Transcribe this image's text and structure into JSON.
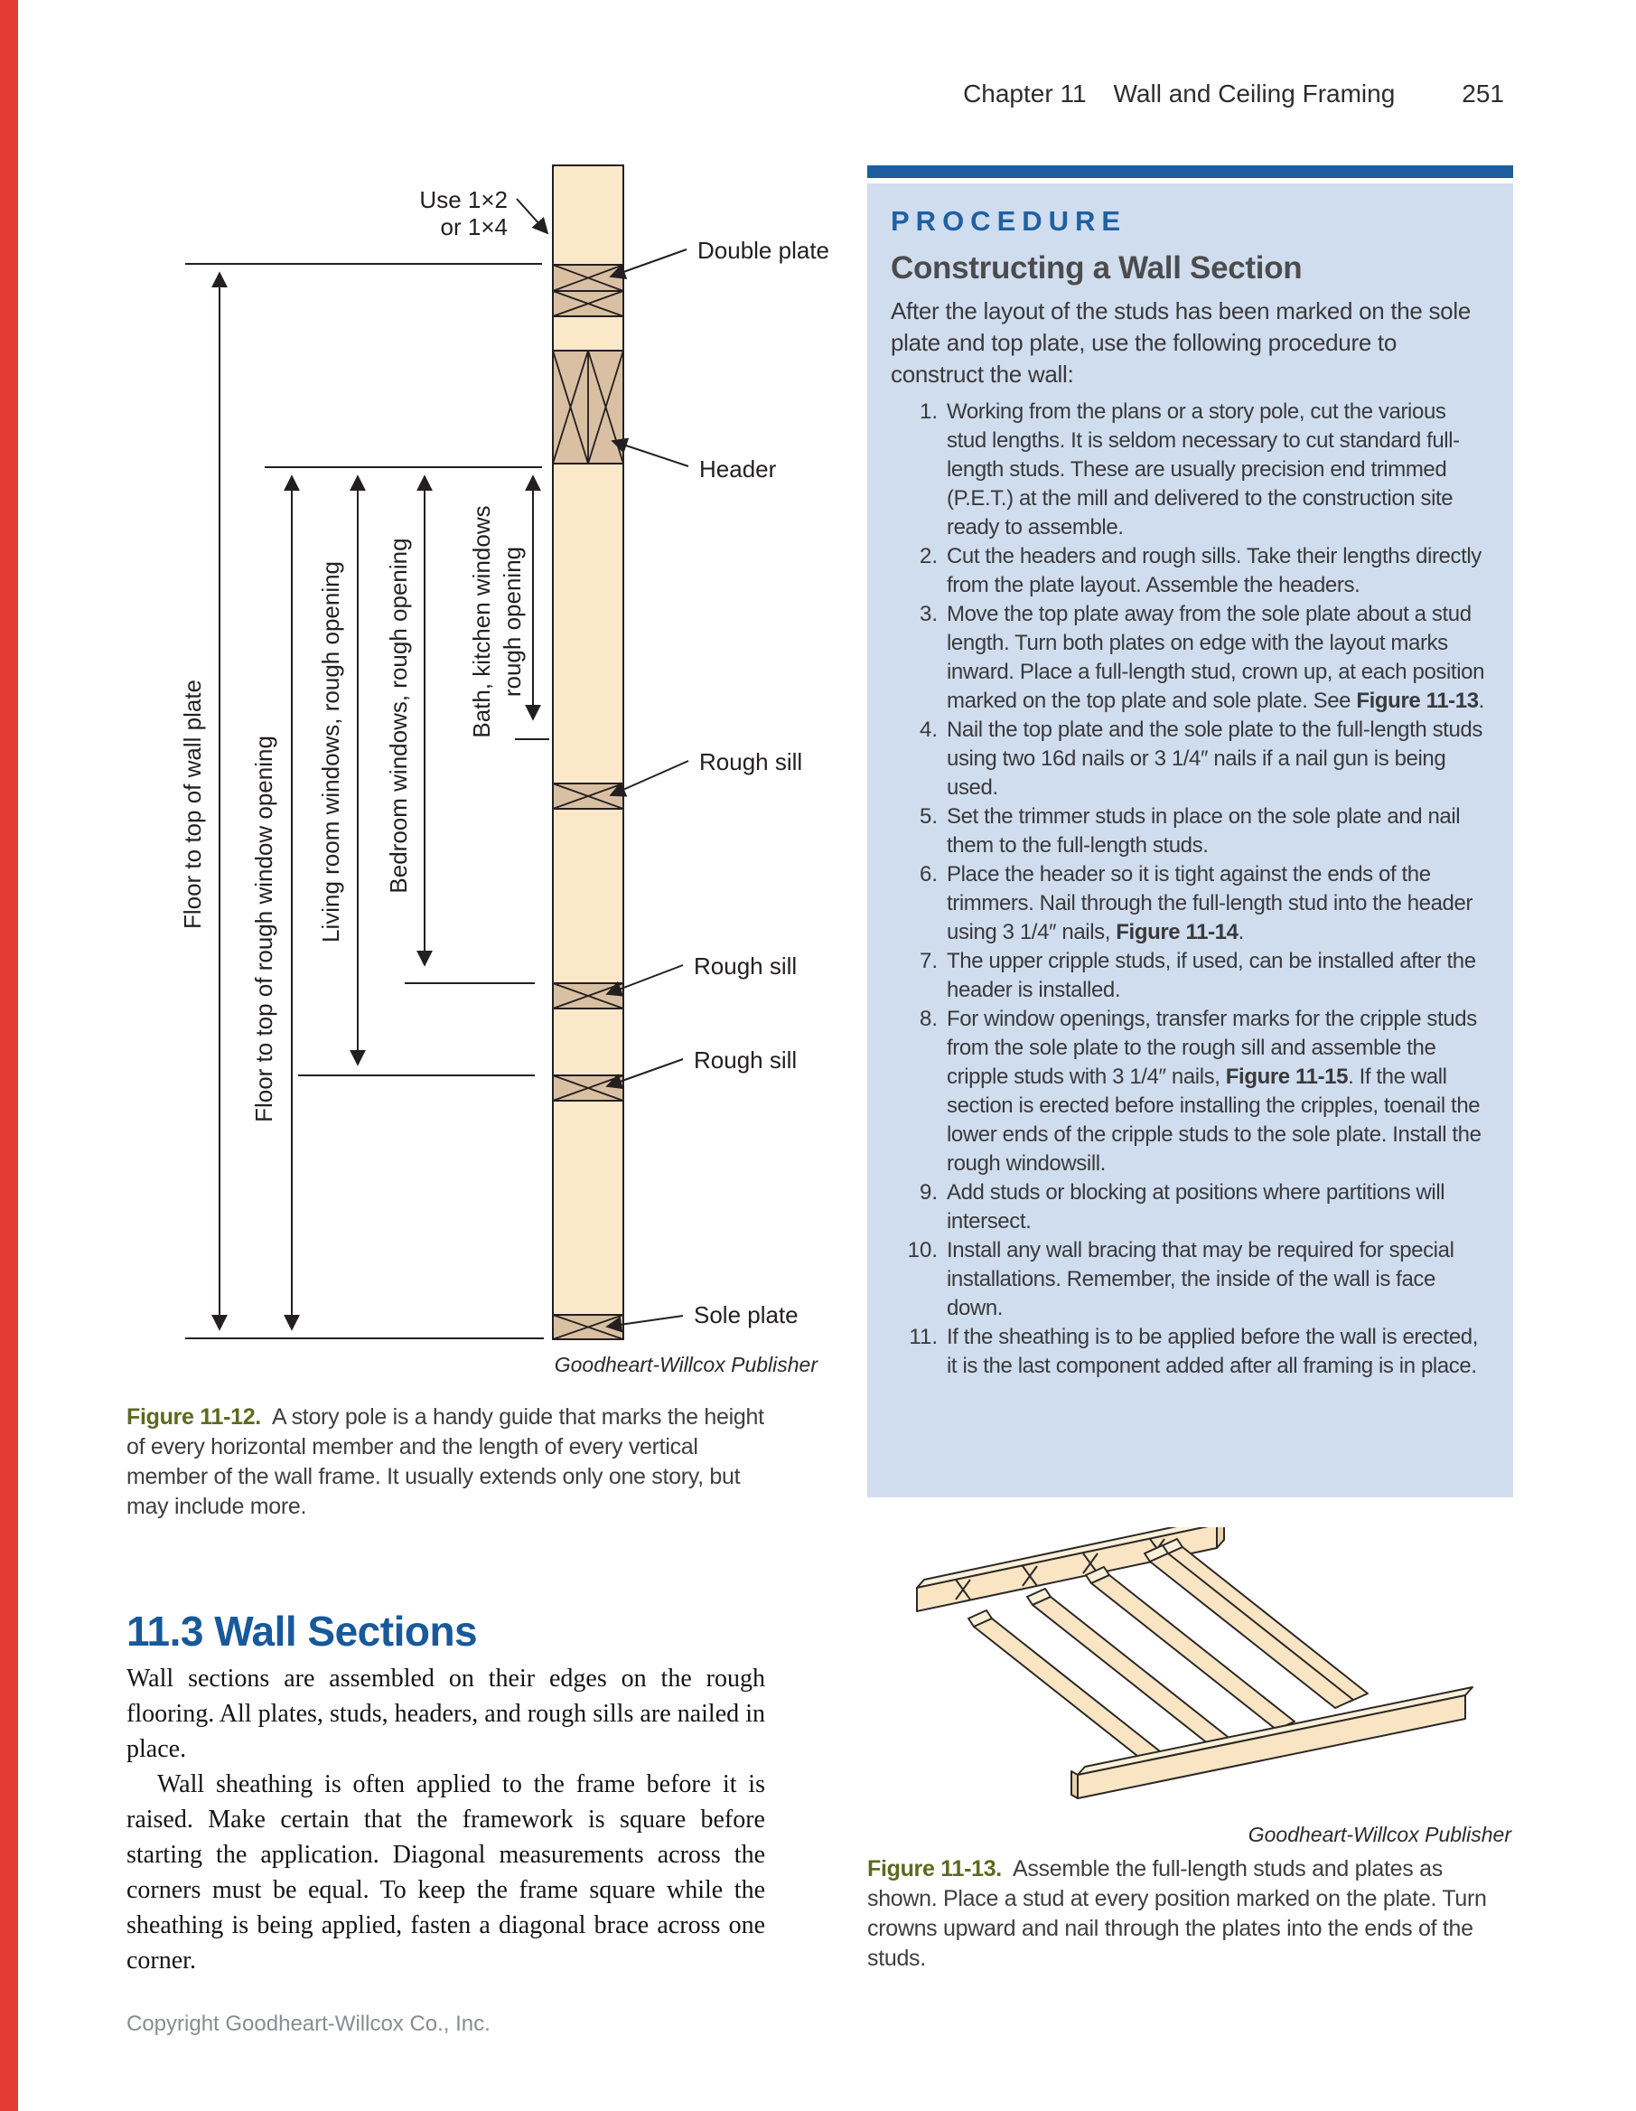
{
  "page": {
    "header_chapter": "Chapter 11",
    "header_title": "Wall and Ceiling Framing",
    "header_page": "251",
    "copyright": "Copyright Goodheart-Willcox Co., Inc."
  },
  "colors": {
    "edge_red": "#e23c35",
    "heading_blue": "#17599a",
    "procedure_bar_blue": "#1d5c9e",
    "procedure_box_blue": "#d0ddee",
    "figure_label_olive": "#5c6a1e",
    "wood_cream": "#fbe8c9",
    "wood_tan": "#d9c0a2"
  },
  "figure12": {
    "labels": {
      "use_line1": "Use 1×2",
      "use_line2": "or 1×4",
      "double_plate": "Double plate",
      "header": "Header",
      "rough_sill": "Rough sill",
      "sole_plate": "Sole plate"
    },
    "dimensions": {
      "wall_plate": "Floor to top of wall plate",
      "rough_window": "Floor to top of rough window opening",
      "living_room": "Living room windows, rough opening",
      "bedroom": "Bedroom windows, rough opening",
      "bath_line1": "Bath, kitchen windows",
      "bath_line2": "rough opening"
    },
    "credit": "Goodheart-Willcox Publisher",
    "caption_label": "Figure 11-12.",
    "caption_text": "A story pole is a handy guide that marks the height of every horizontal member and the length of every vertical member of the wall frame. It usually extends only one story, but may include more."
  },
  "section": {
    "heading": "11.3 Wall Sections",
    "para1": "Wall sections are assembled on their edges on the rough flooring. All plates, studs, headers, and rough sills are nailed in place.",
    "para2": "Wall sheathing is often applied to the frame before it is raised. Make certain that the framework is square before starting the application. Diagonal measurements across the corners must be equal. To keep the frame square while the sheathing is being applied, fasten a diagonal brace across one corner."
  },
  "procedure": {
    "kicker": "PROCEDURE",
    "title": "Constructing a Wall Section",
    "intro": "After the layout of the studs has been marked on the sole plate and top plate, use the following procedure to construct the wall:",
    "steps": [
      {
        "num": "1.",
        "parts": [
          {
            "t": "Working from the plans or a story pole, cut the various stud lengths. It is seldom necessary to cut standard full-length studs. These are usually precision end trimmed (P.E.T.) at the mill and delivered to the construction site ready to assemble."
          }
        ]
      },
      {
        "num": "2.",
        "parts": [
          {
            "t": "Cut the headers and rough sills. Take their lengths directly from the plate layout. Assemble the headers."
          }
        ]
      },
      {
        "num": "3.",
        "parts": [
          {
            "t": "Move the top plate away from the sole plate about a stud length. Turn both plates on edge with the layout marks inward. Place a full-length stud, crown up, at each position marked on the top plate and sole plate. See "
          },
          {
            "t": "Figure 11-13",
            "b": true
          },
          {
            "t": "."
          }
        ]
      },
      {
        "num": "4.",
        "parts": [
          {
            "t": "Nail the top plate and the sole plate to the full-length studs using two 16d nails or 3 1/4″ nails if a nail gun is being used."
          }
        ]
      },
      {
        "num": "5.",
        "parts": [
          {
            "t": "Set the trimmer studs in place on the sole plate and nail them to the full-length studs."
          }
        ]
      },
      {
        "num": "6.",
        "parts": [
          {
            "t": "Place the header so it is tight against the ends of the trimmers. Nail through the full-length stud into the header using 3 1/4″ nails, "
          },
          {
            "t": "Figure 11-14",
            "b": true
          },
          {
            "t": "."
          }
        ]
      },
      {
        "num": "7.",
        "parts": [
          {
            "t": "The upper cripple studs, if used, can be installed after the header is installed."
          }
        ]
      },
      {
        "num": "8.",
        "parts": [
          {
            "t": "For window openings, transfer marks for the cripple studs from the sole plate to the rough sill and assemble the cripple studs with 3 1/4″ nails, "
          },
          {
            "t": "Figure 11-15",
            "b": true
          },
          {
            "t": ". If the wall section is erected before installing the cripples, toenail the lower ends of the cripple studs to the sole plate. Install the rough windowsill."
          }
        ]
      },
      {
        "num": "9.",
        "parts": [
          {
            "t": "Add studs or blocking at positions where partitions will intersect."
          }
        ]
      },
      {
        "num": "10.",
        "parts": [
          {
            "t": "Install any wall bracing that may be required for special installations. Remember, the inside of the wall is face down."
          }
        ]
      },
      {
        "num": "11.",
        "parts": [
          {
            "t": "If the sheathing is to be applied before the wall is erected, it is the last component added after all framing is in place."
          }
        ]
      }
    ]
  },
  "figure13": {
    "credit": "Goodheart-Willcox Publisher",
    "caption_label": "Figure 11-13.",
    "caption_text": "Assemble the full-length studs and plates as shown. Place a stud at every position marked on the plate. Turn crowns upward and nail through the plates into the ends of the studs."
  }
}
